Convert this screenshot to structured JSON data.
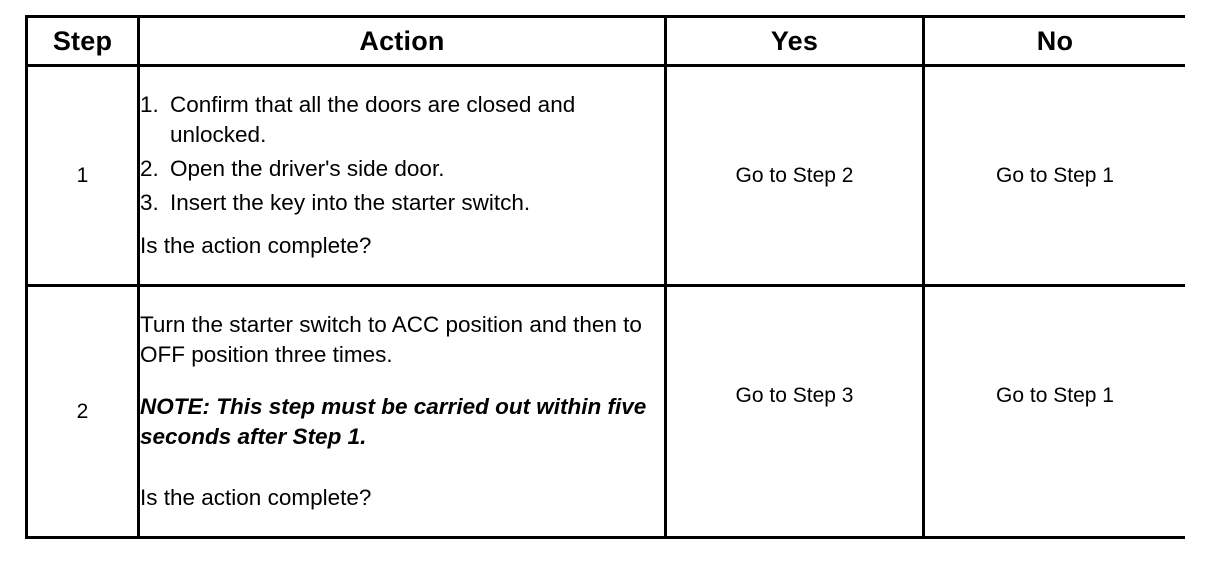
{
  "table": {
    "headers": {
      "step": "Step",
      "action": "Action",
      "yes": "Yes",
      "no": "No"
    },
    "rows": [
      {
        "step": "1",
        "action": {
          "items": [
            {
              "num": "1.",
              "text": "Confirm that all the doors are closed and unlocked."
            },
            {
              "num": "2.",
              "text": "Open the driver's side door."
            },
            {
              "num": "3.",
              "text": "Insert the key into the starter switch."
            }
          ],
          "question": "Is the action complete?"
        },
        "yes": "Go to Step 2",
        "no": "Go to Step 1"
      },
      {
        "step": "2",
        "action": {
          "lead": "Turn the starter switch to ACC position and then to OFF position three times.",
          "note": "NOTE: This step must be carried out within five seconds after Step 1.",
          "question": "Is the action complete?"
        },
        "yes": "Go to Step 3",
        "no": "Go to Step 1"
      }
    ]
  },
  "colors": {
    "border": "#000000",
    "text": "#000000",
    "background": "#ffffff"
  }
}
